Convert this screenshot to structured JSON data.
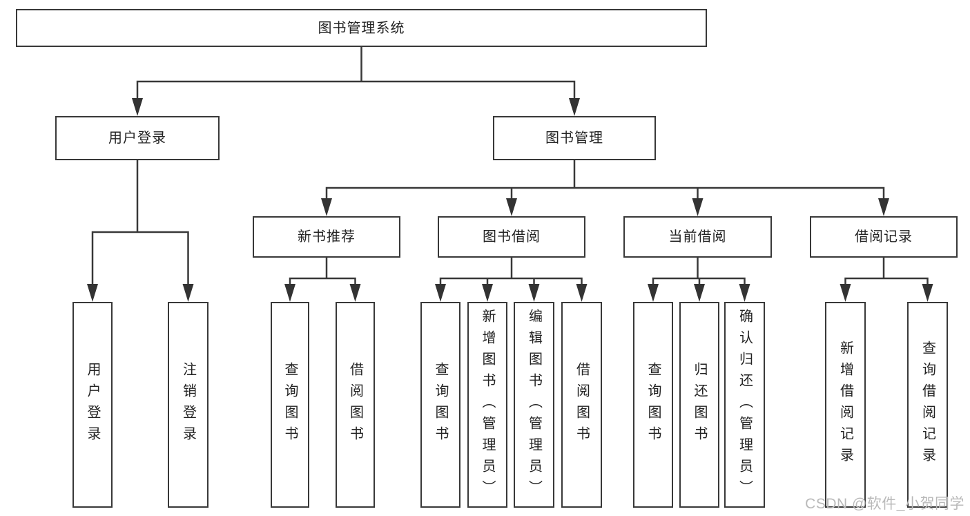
{
  "tree": {
    "label": "图书管理系统",
    "children": [
      {
        "label": "用户登录",
        "children": [
          {
            "label": "用户登录"
          },
          {
            "label": "注销登录"
          }
        ]
      },
      {
        "label": "图书管理",
        "children": [
          {
            "label": "新书推荐",
            "children": [
              {
                "label": "查询图书"
              },
              {
                "label": "借阅图书"
              }
            ]
          },
          {
            "label": "图书借阅",
            "children": [
              {
                "label": "查询图书"
              },
              {
                "label": "新增图书（管理员）"
              },
              {
                "label": "编辑图书（管理员）"
              },
              {
                "label": "借阅图书"
              }
            ]
          },
          {
            "label": "当前借阅",
            "children": [
              {
                "label": "查询图书"
              },
              {
                "label": "归还图书"
              },
              {
                "label": "确认归还（管理员）"
              }
            ]
          },
          {
            "label": "借阅记录",
            "children": [
              {
                "label": "新增借阅记录"
              },
              {
                "label": "查询借阅记录"
              }
            ]
          }
        ]
      }
    ]
  },
  "watermark": "CSDN @软件_小贺同学",
  "colors": {
    "line": "#383838",
    "arrow": "#333333",
    "box_border": "#383838",
    "box_fill": "#ffffff",
    "text": "#232323",
    "watermark": "#b9b9b9"
  }
}
